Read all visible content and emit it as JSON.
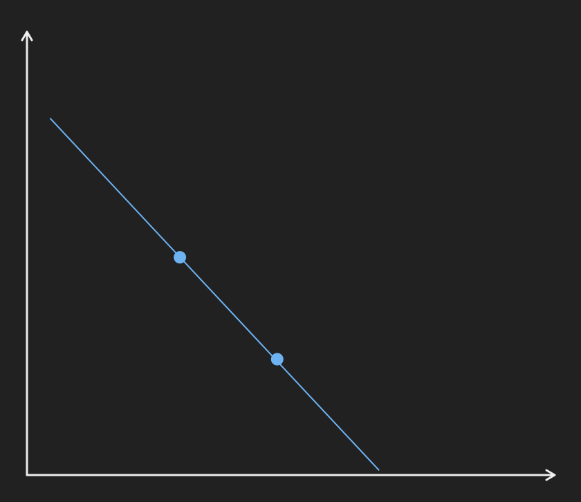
{
  "chart_data": {
    "type": "line",
    "title": "",
    "xlabel": "",
    "ylabel": "",
    "grid": false,
    "axis_color": "#eeeeee",
    "background": "#212121",
    "series": [
      {
        "color": "#6db3f2",
        "line": {
          "x": [
            0.5,
            7.6
          ],
          "y": [
            7.7,
            0.1
          ]
        },
        "points": [
          {
            "x": 3.3,
            "y": 4.7
          },
          {
            "x": 5.4,
            "y": 2.5
          }
        ]
      }
    ],
    "xlim": [
      0,
      11.5
    ],
    "ylim": [
      0,
      9.5
    ]
  }
}
